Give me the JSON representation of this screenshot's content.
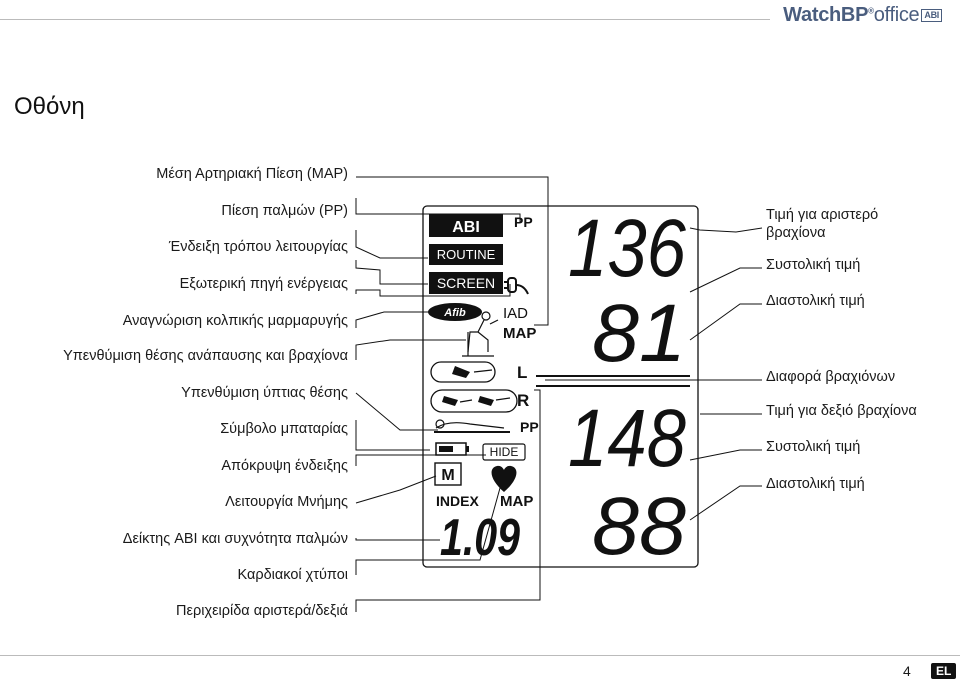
{
  "header": {
    "logo_text": "WatchBP",
    "logo_suffix": "office",
    "logo_badge": "ABI"
  },
  "page_title": "Οθόνη",
  "left_labels": [
    "Μέση Αρτηριακή Πίεση (MAP)",
    "Πίεση παλμών (PP)",
    "Ένδειξη τρόπου λειτουργίας",
    "Εξωτερική πηγή ενέργειας",
    "Αναγνώριση κολπικής μαρμαρυγής",
    "Υπενθύμιση θέσης ανάπαυσης και βραχίονα",
    "Υπενθύμιση ύπτιας θέσης",
    "Σύμβολο μπαταρίας",
    "Απόκρυψη ένδειξης",
    "Λειτουργία Μνήμης",
    "Δείκτης ABI και συχνότητα παλμών",
    "Καρδιακοί χτύποι",
    "Περιχειρίδα αριστερά/δεξιά"
  ],
  "right_labels": [
    "Τιμή για αριστερό βραχίονα",
    "Συστολική τιμή",
    "Διαστολική τιμή",
    "Διαφορά βραχιόνων",
    "Τιμή για δεξιό βραχίονα",
    "Συστολική τιμή",
    "Διαστολική τιμή"
  ],
  "display": {
    "abi_tag": "ABI",
    "routine_tag": "ROUTINE",
    "screen_tag": "SCREEN",
    "afib_tag": "Afib",
    "pp_top": "PP",
    "iad": "IAD",
    "map_top": "MAP",
    "left_cuff": "L",
    "right_cuff": "R",
    "pp_bottom": "PP",
    "hide": "HIDE",
    "memory": "M",
    "index": "INDEX",
    "map_bottom": "MAP",
    "index_value": "1.09",
    "left_systolic": "136",
    "left_diastolic": "81",
    "right_systolic": "148",
    "right_diastolic": "88"
  },
  "footer": {
    "page": "4",
    "lang": "EL"
  }
}
